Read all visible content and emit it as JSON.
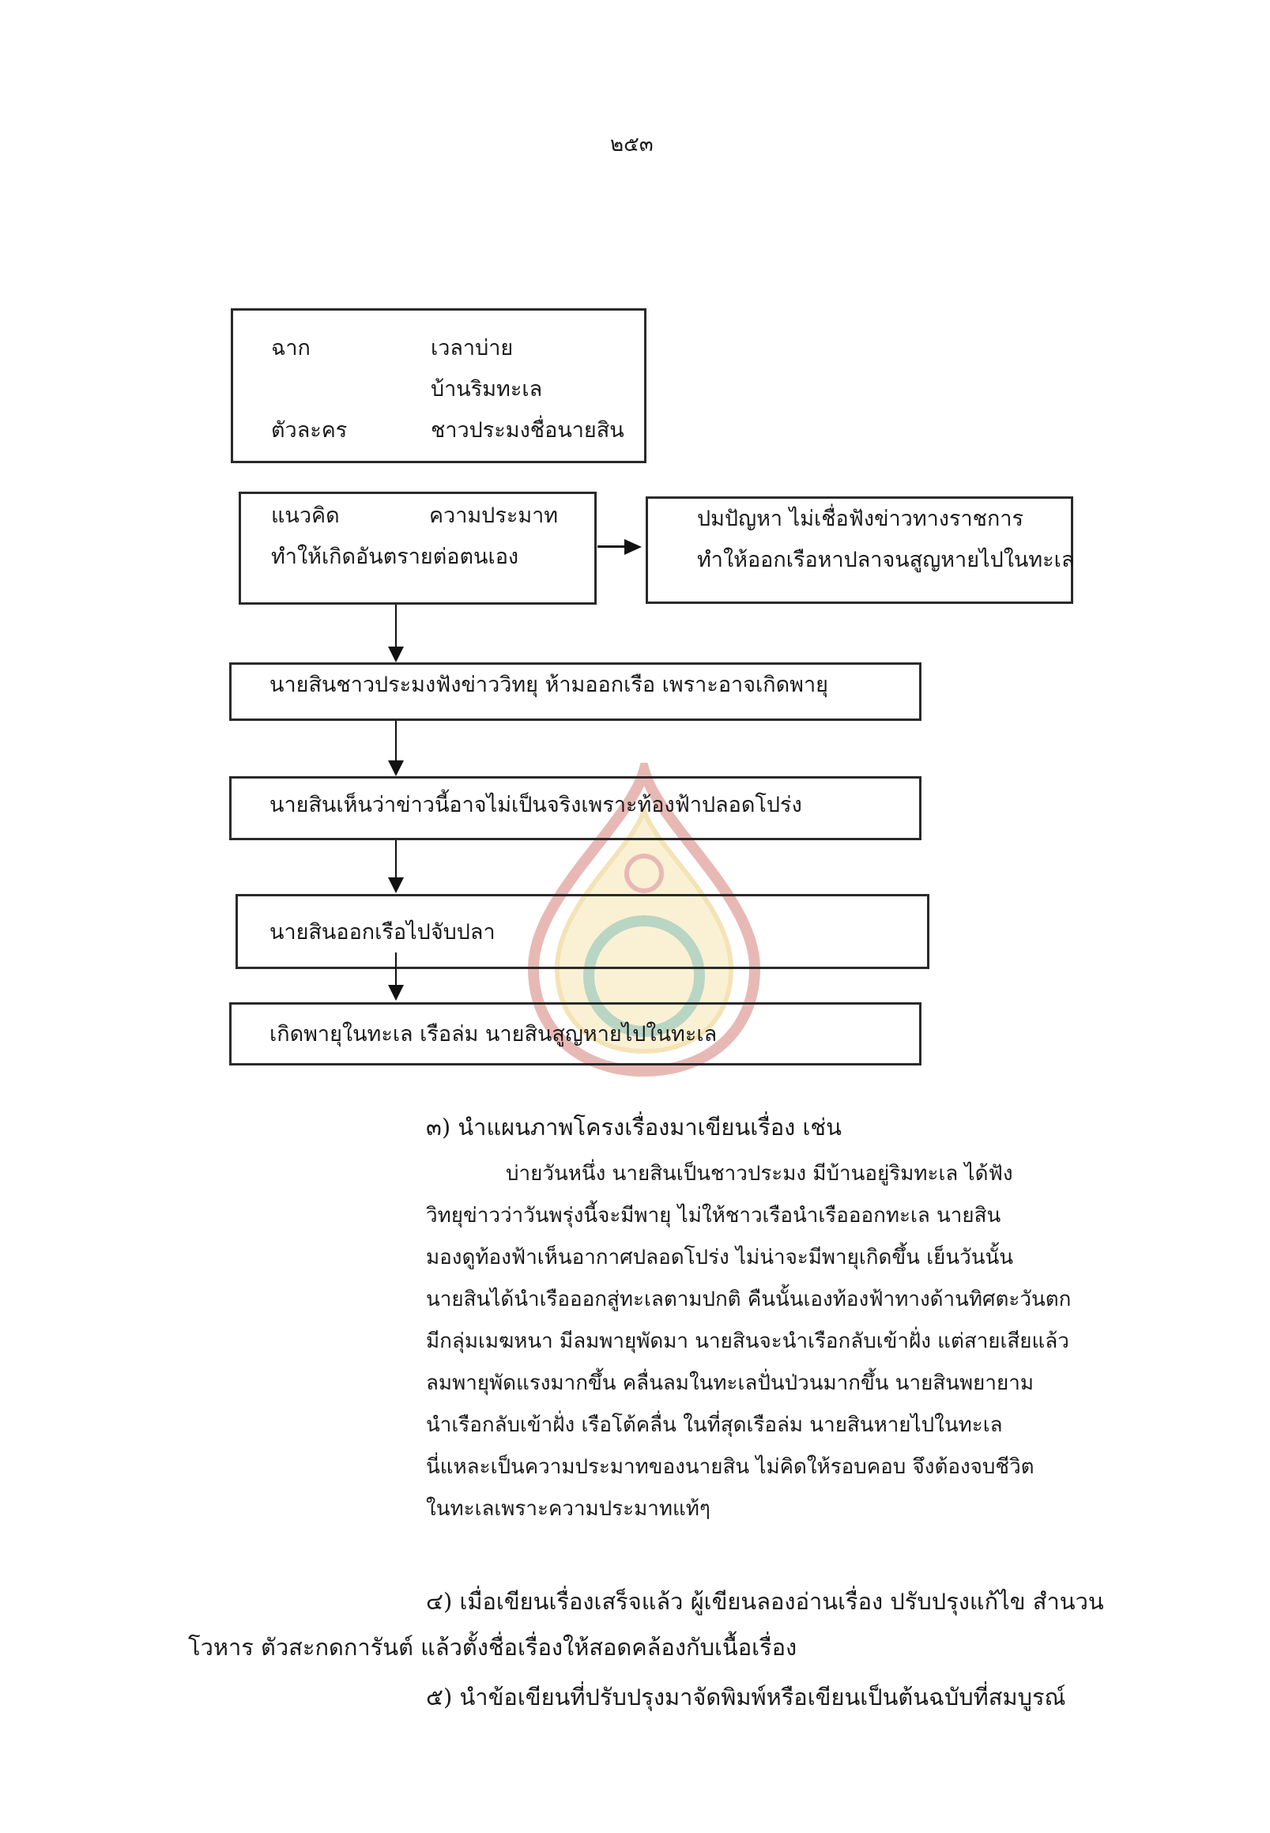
{
  "page_number": "๒๕๓",
  "diagram": {
    "setting_box": {
      "scene_label": "ฉาก",
      "scene_time": "เวลาบ่าย",
      "scene_place": "บ้านริมทะเล",
      "character_label": "ตัวละคร",
      "character_value": "ชาวประมงชื่อนายสิน"
    },
    "concept_box": {
      "label": "แนวคิด",
      "value": "ความประมาท",
      "line2": "ทำให้เกิดอันตรายต่อตนเอง"
    },
    "problem_box": {
      "line1": "ปมปัญหา  ไม่เชื่อฟังข่าวทางราชการ",
      "line2": "ทำให้ออกเรือหาปลาจนสูญหายไปในทะเล"
    },
    "steps": [
      "นายสินชาวประมงฟังข่าววิทยุ  ห้ามออกเรือ  เพราะอาจเกิดพายุ",
      "นายสินเห็นว่าข่าวนี้อาจไม่เป็นจริงเพราะท้องฟ้าปลอดโปร่ง",
      "นายสินออกเรือไปจับปลา",
      "เกิดพายุในทะเล  เรือล่ม  นายสินสูญหายไปในทะเล"
    ]
  },
  "step3": {
    "heading": "๓) นำแผนภาพโครงเรื่องมาเขียนเรื่อง  เช่น",
    "lines": [
      "บ่ายวันหนึ่ง  นายสินเป็นชาวประมง  มีบ้านอยู่ริมทะเล  ได้ฟัง",
      "วิทยุข่าวว่าวันพรุ่งนี้จะมีพายุ   ไม่ให้ชาวเรือนำเรือออกทะเล    นายสิน",
      "มองดูท้องฟ้าเห็นอากาศปลอดโปร่ง  ไม่น่าจะมีพายุเกิดขึ้น   เย็นวันนั้น",
      "นายสินได้นำเรือออกสู่ทะเลตามปกติ  คืนนั้นเองท้องฟ้าทางด้านทิศตะวันตก",
      "มีกลุ่มเมฆหนา  มีลมพายุพัดมา  นายสินจะนำเรือกลับเข้าฝั่ง  แต่สายเสียแล้ว",
      "ลมพายุพัดแรงมากขึ้น  คลื่นลมในทะเลปั่นป่วนมากขึ้น  นายสินพยายาม",
      "นำเรือกลับเข้าฝั่ง  เรือโต้คลื่น  ในที่สุดเรือล่ม     นายสินหายไปในทะเล",
      "นี่แหละเป็นความประมาทของนายสิน  ไม่คิดให้รอบคอบ   จึงต้องจบชีวิต",
      "ในทะเลเพราะความประมาทแท้ๆ"
    ]
  },
  "step4": {
    "line1": "๔) เมื่อเขียนเรื่องเสร็จแล้ว  ผู้เขียนลองอ่านเรื่อง  ปรับปรุงแก้ไข  สำนวน",
    "line2": "โวหาร  ตัวสะกดการันต์  แล้วตั้งชื่อเรื่องให้สอดคล้องกับเนื้อเรื่อง"
  },
  "step5": {
    "line1": "๕) นำข้อเขียนที่ปรับปรุงมาจัดพิมพ์หรือเขียนเป็นต้นฉบับที่สมบูรณ์"
  },
  "colors": {
    "ink": "#1a1a1a",
    "seal_red": "#c0392b",
    "seal_gold": "#e0b030",
    "seal_green": "#3a8a5a"
  }
}
